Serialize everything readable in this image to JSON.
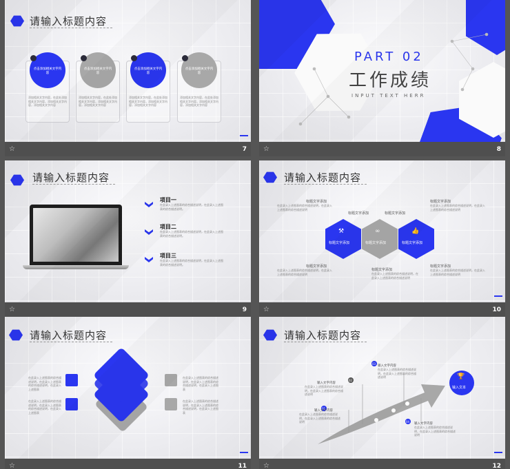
{
  "colors": {
    "accent": "#2a36f0",
    "gray": "#a8a8a8"
  },
  "slides": [
    {
      "number": "7",
      "title": "请输入标题内容",
      "circles": [
        "点击添加相关文字内容",
        "点击添加相关文字内容",
        "点击添加相关文字内容",
        "点击添加相关文字内容"
      ],
      "body": "添加相关文字内容，在此处添加相关文字内容，添加相关文字内容，添加相关文字内容"
    },
    {
      "number": "8",
      "part": "PART  02",
      "heading": "工作成绩",
      "sub": "INPUT  TEXT  HERR"
    },
    {
      "number": "9",
      "title": "请输入标题内容",
      "items": [
        {
          "t": "项目一",
          "d": "在此录入上述图表的综合描述说明，在此录入上述图表的综合描述说明。"
        },
        {
          "t": "项目二",
          "d": "在此录入上述图表的综合描述说明，在此录入上述图表的综合描述说明。"
        },
        {
          "t": "项目三",
          "d": "在此录入上述图表的综合描述说明，在此录入上述图表的综合描述说明。"
        }
      ]
    },
    {
      "number": "10",
      "title": "请输入标题内容",
      "hex_labels": [
        "标题文字添加",
        "标题文字添加",
        "标题文字添加"
      ],
      "side_labels": [
        "标题文字添加",
        "标题文字添加",
        "标题文字添加",
        "标题文字添加",
        "标题文字添加",
        "标题文字添加",
        "标题文字添加"
      ],
      "body": "在此录入上述图表的综合描述说明，在此录入上述图表的综合描述说明"
    },
    {
      "number": "11",
      "title": "请输入标题内容",
      "body": "在此录入上述图表的综合描述说明，在此录入上述图表的综合描述说明，在此录入上述图表"
    },
    {
      "number": "12",
      "title": "请输入标题内容",
      "badge": "输入文本",
      "steps": [
        "01",
        "02",
        "03",
        "04"
      ],
      "step_label": "输入文字内容",
      "body": "在此录入上述图表的综合描述说明，在此录入上述图表的综合描述说明"
    }
  ]
}
